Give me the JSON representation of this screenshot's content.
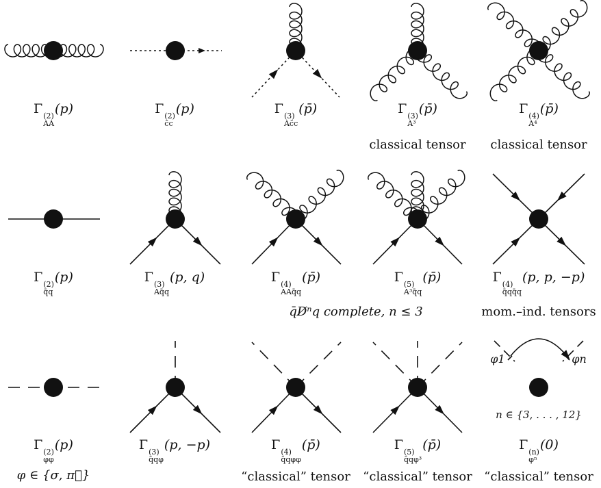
{
  "labels": {
    "gluon_2pt": "Γ(2)AA(p)",
    "ghost_2pt": "Γ(2)c̄c(p)",
    "ghost_gluon": "Γ(3)Ac̄c(p̄)",
    "three_gluon": "Γ(3)A³(p̄)",
    "four_gluon": "Γ(4)A⁴(p̄)",
    "quark_2pt": "Γ(2)q̄q(p)",
    "quark_gluon": "Γ(3)Aq̄q(p,q)",
    "two_gluon_quark": "Γ(4)AAq̄q(p̄)",
    "three_gluon_quark": "Γ(5)A³q̄q(p̄)",
    "four_quark": "Γ(4)q̄qq̄q(p,p,−p)",
    "meson_2pt": "Γ(2)φφ(p)",
    "yukawa": "Γ(3)q̄qφ(p,−p)",
    "quark_two_meson": "Γ(4)q̄qφφ(p̄)",
    "quark_three_meson": "Γ(5)q̄qφ³(p̄)",
    "meson_n": "Γ(n)φⁿ(0)"
  },
  "text": {
    "gamma": "Γ",
    "sup2": "(2)",
    "sup3": "(3)",
    "sup4": "(4)",
    "sup5": "(5)",
    "supn": "(n)",
    "sub_AA": "AA",
    "sub_cc": "c̄c",
    "sub_Acc": "Ac̄c",
    "sub_A3": "A³",
    "sub_A4": "A⁴",
    "sub_qq": "q̄q",
    "sub_Aqq": "Aq̄q",
    "sub_AAqq": "AAq̄q",
    "sub_A3qq": "A³q̄q",
    "sub_qqqq": "q̄qq̄q",
    "sub_phiphi": "φφ",
    "sub_qqphi": "q̄qφ",
    "sub_qqphiphi": "q̄qφφ",
    "sub_qqphi3": "q̄qφ³",
    "sub_phin": "φⁿ",
    "arg_p": "(p)",
    "arg_pbar": "(p̄)",
    "arg_pq": "(p, q)",
    "arg_ppmp": "(p, p, −p)",
    "arg_pmp": "(p, −p)",
    "arg_0": "(0)",
    "note_classical_1": "classical tensor",
    "note_classical_2": "classical tensor",
    "note_complete": "q̄D̸ⁿq  complete,  n ≤ 3",
    "note_mom_ind": "mom.–ind. tensors",
    "note_phi_set": "φ ∈ {σ, π⃗}",
    "note_quoted_1": "“classical” tensor",
    "note_quoted_2": "“classical” tensor",
    "note_quoted_3": "“classical” tensor",
    "phi_1": "φ1",
    "phi_n": "φn",
    "n_range": "n ∈ {3, . . . , 12}"
  },
  "colors": {
    "ink": "#111111",
    "background": "#ffffff"
  }
}
